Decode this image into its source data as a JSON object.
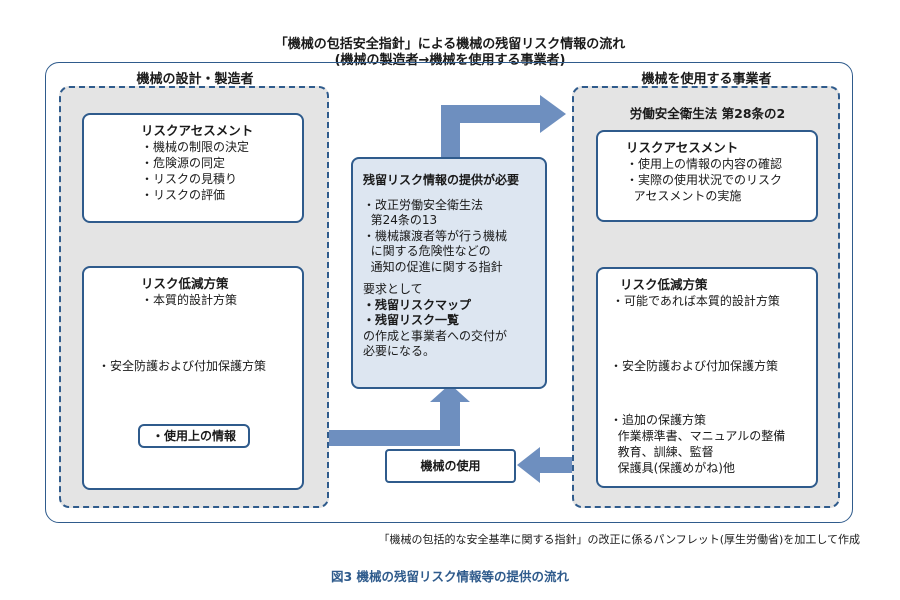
{
  "title": {
    "line1": "「機械の包括安全指針」による機械の残留リスク情報の流れ",
    "line2": "(機械の製造者→機械を使用する事業者)"
  },
  "left_panel": {
    "header": "機械の設計・製造者",
    "assessment": {
      "heading": "リスクアセスメント",
      "items": [
        "・機械の制限の決定",
        "・危険源の同定",
        "・リスクの見積り",
        "・リスクの評価"
      ]
    },
    "reduction": {
      "heading": "リスク低減方策",
      "item1": "・本質的設計方策",
      "item2": "・安全防護および付加保護方策",
      "usage_info": "・使用上の情報"
    }
  },
  "center_box": {
    "heading": "残留リスク情報の提供が必要",
    "lines": [
      "・改正労働安全衛生法",
      "  第24条の13",
      "・機械譲渡者等が行う機械",
      "  に関する危険性などの",
      "  通知の促進に関する指針"
    ],
    "req": "要求として",
    "bold_items": [
      "・残留リスクマップ",
      "・残留リスク一覧"
    ],
    "tail": [
      "の作成と事業者への交付が",
      "必要になる。"
    ]
  },
  "use_box": "機械の使用",
  "right_panel": {
    "header": "機械を使用する事業者",
    "law": "労働安全衛生法 第28条の2",
    "assessment": {
      "heading": "リスクアセスメント",
      "items": [
        "・使用上の情報の内容の確認",
        "・実際の使用状況でのリスク",
        "  アセスメントの実施"
      ]
    },
    "reduction": {
      "heading": "リスク低減方策",
      "item1": "・可能であれば本質的設計方策",
      "item2": "・安全防護および付加保護方策",
      "extra": [
        "・追加の保護方策",
        "  作業標準書、マニュアルの整備",
        "  教育、訓練、監督",
        "  保護具(保護めがね)他"
      ]
    }
  },
  "source_caption": "「機械の包括的な安全基準に関する指針」の改正に係るパンフレット(厚生労働省)を加工して作成",
  "figure_caption": "図3 機械の残留リスク情報等の提供の流れ",
  "colors": {
    "frame": "#2f5b8c",
    "arrow_dark": "#6e8fbf",
    "arrow_light": "#c5d2e6",
    "center_fill": "#dde6f1",
    "panel_fill": "#e4e4e4"
  }
}
